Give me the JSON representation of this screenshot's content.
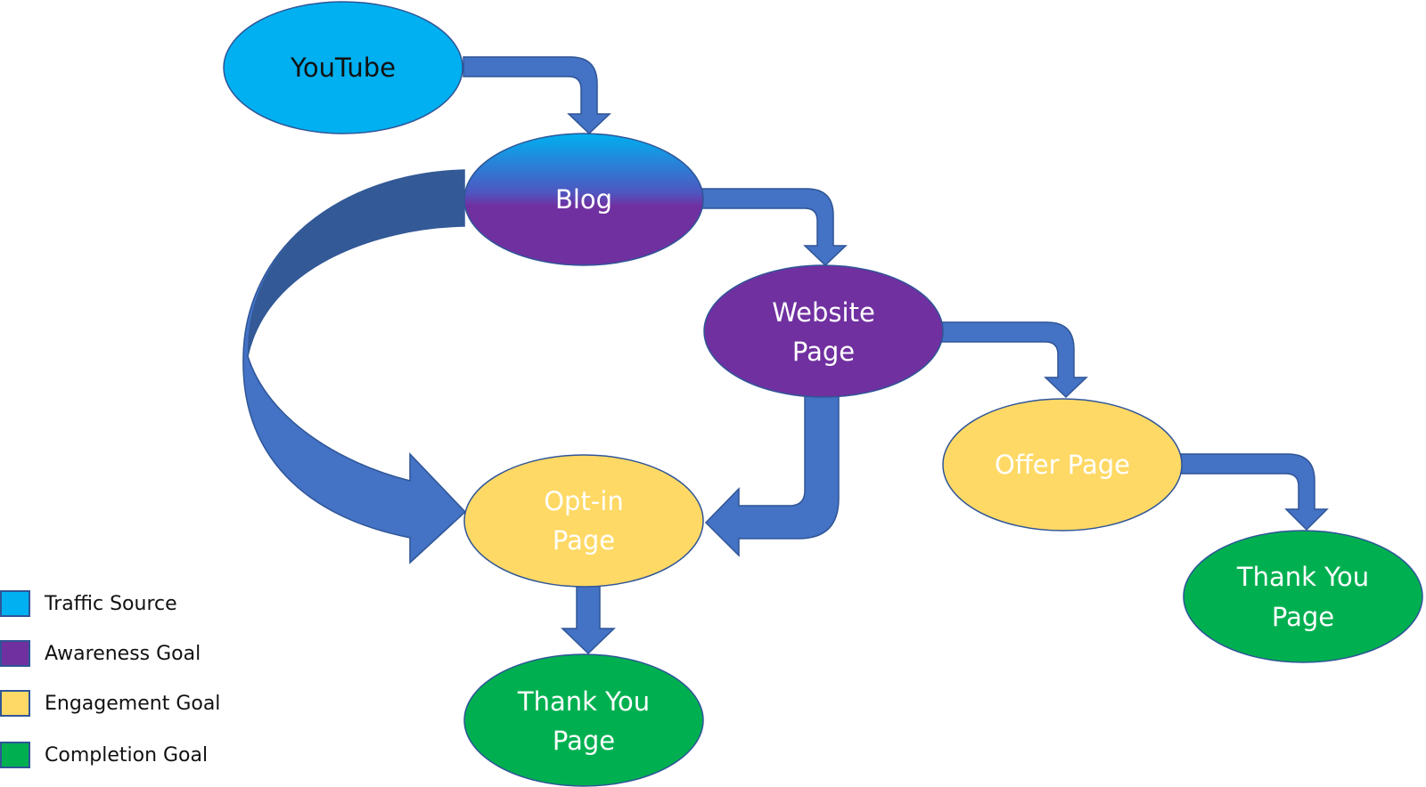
{
  "colors": {
    "traffic_source": "#00b0f0",
    "awareness": "#7030a0",
    "engagement": "#ffd966",
    "completion": "#00b050",
    "arrow": "#4472c4",
    "arrow_dark": "#335a96",
    "outline": "#2f5597"
  },
  "nodes": {
    "youtube": {
      "lines": [
        "YouTube"
      ],
      "category": "traffic_source"
    },
    "blog": {
      "lines": [
        "Blog"
      ],
      "category": "traffic_source_to_awareness"
    },
    "website": {
      "lines": [
        "Website",
        "Page"
      ],
      "category": "awareness"
    },
    "optin": {
      "lines": [
        "Opt-in",
        "Page"
      ],
      "category": "engagement"
    },
    "offer": {
      "lines": [
        "Offer Page"
      ],
      "category": "engagement"
    },
    "thankyou_left": {
      "lines": [
        "Thank You",
        "Page"
      ],
      "category": "completion"
    },
    "thankyou_right": {
      "lines": [
        "Thank You",
        "Page"
      ],
      "category": "completion"
    }
  },
  "edges": [
    {
      "from": "youtube",
      "to": "blog"
    },
    {
      "from": "blog",
      "to": "website"
    },
    {
      "from": "blog",
      "to": "optin"
    },
    {
      "from": "website",
      "to": "offer"
    },
    {
      "from": "website",
      "to": "optin"
    },
    {
      "from": "optin",
      "to": "thankyou_left"
    },
    {
      "from": "offer",
      "to": "thankyou_right"
    }
  ],
  "legend": [
    {
      "label": "Traffic Source",
      "color": "#00b0f0"
    },
    {
      "label": "Awareness Goal",
      "color": "#7030a0"
    },
    {
      "label": "Engagement Goal",
      "color": "#ffd966"
    },
    {
      "label": "Completion Goal",
      "color": "#00b050"
    }
  ]
}
